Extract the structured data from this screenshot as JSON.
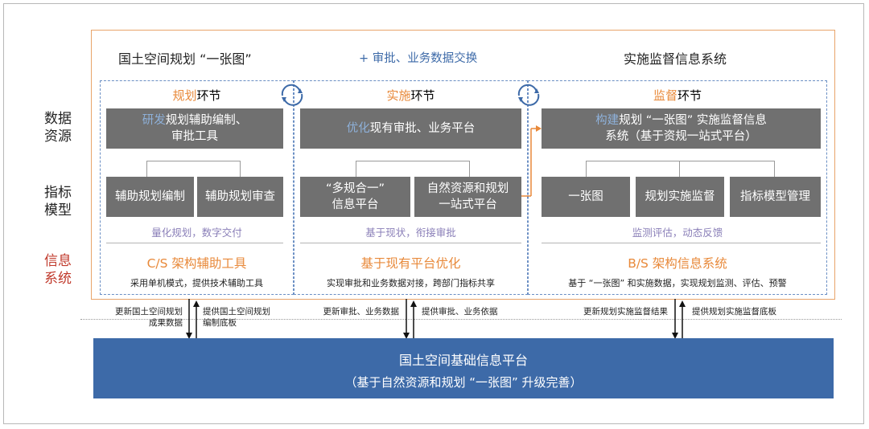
{
  "headers": {
    "left": "国土空间规划 “一张图”",
    "middle": "+ 审批、业务数据交换",
    "right": "实施监督信息系统"
  },
  "side_labels": {
    "data_resource": [
      "数据",
      "资源"
    ],
    "indicator_model": [
      "指标",
      "模型"
    ],
    "info_system": [
      "信息",
      "系统"
    ]
  },
  "panels": {
    "planning": {
      "title_accent": "规划",
      "title_rest": "环节",
      "main_accent": "研发",
      "main_line1_rest": "规划辅助编制、",
      "main_line2": "审批工具",
      "sub_boxes": [
        "辅助规划编制",
        "辅助规划审查"
      ],
      "note": "量化规划，数字交付",
      "system": "C/S 架构辅助工具",
      "system_desc": "采用单机模式，提供技术辅助工具"
    },
    "implementation": {
      "title_accent": "实施",
      "title_rest": "环节",
      "main_accent": "优化",
      "main_rest": "现有审批、业务平台",
      "sub_box1_line1": "“多规合一”",
      "sub_box1_line2": "信息平台",
      "sub_box2_line1": "自然资源和规划",
      "sub_box2_line2": "一站式平台",
      "note": "基于现状，衔接审批",
      "system": "基于现有平台优化",
      "system_desc": "实现审批和业务数据对接，跨部门指标共享"
    },
    "supervision": {
      "title_accent": "监督",
      "title_rest": "环节",
      "main_accent": "构建",
      "main_line1_rest": "规划 “一张图” 实施监督信息",
      "main_line2": "系统（基于资规一站式平台）",
      "sub_boxes": [
        "一张图",
        "规划实施监督",
        "指标模型管理"
      ],
      "note": "监测评估，动态反馈",
      "system": "B/S 架构信息系统",
      "system_desc": "基于 “一张图” 和实施数据，实现规划监测、评估、预警"
    }
  },
  "arrows": {
    "a1_up_line1": "更新国土空间规划",
    "a1_up_line2": "成果数据",
    "a1_down_line1": "提供国土空间规划",
    "a1_down_line2": "编制底板",
    "a2_up": "更新审批、业务数据",
    "a2_down": "提供审批、业务依据",
    "a3_up": "更新规划实施监督结果",
    "a3_down": "提供规划实施监督底板"
  },
  "base_platform": {
    "line1": "国土空间基础信息平台",
    "line2": "（基于自然资源和规划 “一张图” 升级完善）"
  },
  "colors": {
    "accent_orange": "#e8893a",
    "accent_blue": "#8eb1da",
    "side_red": "#c0392b",
    "box_gray": "#707070",
    "platform_blue": "#3d6aa8"
  }
}
